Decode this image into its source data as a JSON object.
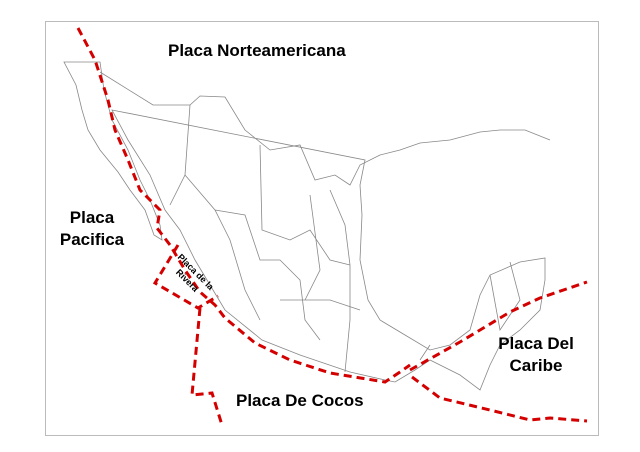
{
  "map": {
    "labels": {
      "north_american": "Placa Norteamericana",
      "pacific_line1": "Placa",
      "pacific_line2": "Pacifica",
      "rivera_line1": "Placa de la",
      "rivera_line2": "Rivera",
      "cocos": "Placa De Cocos",
      "caribbean_line1": "Placa Del",
      "caribbean_line2": "Caribe"
    },
    "colors": {
      "boundary": "#d40000",
      "outline": "#777777",
      "text": "#000000"
    }
  }
}
